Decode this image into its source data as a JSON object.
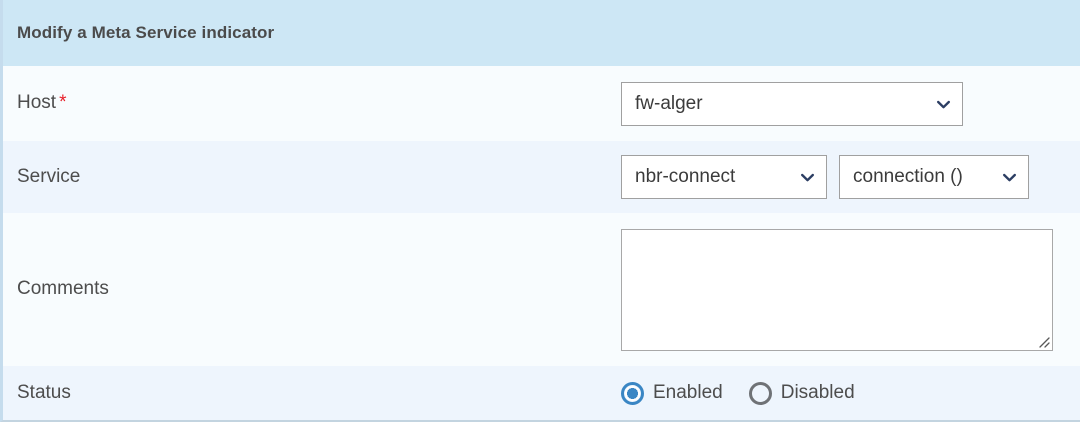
{
  "header": {
    "title": "Modify a Meta Service indicator"
  },
  "colors": {
    "header_bg": "#cde7f5",
    "row_odd_bg": "#f8fcfe",
    "row_even_bg": "#eef5fd",
    "required_star": "#e8202a",
    "radio_selected": "#3a86c4",
    "radio_unselected": "#6f7276",
    "chevron": "#2c3e63",
    "label_text": "#4d4d4d",
    "panel_border": "#c5dced"
  },
  "rows": {
    "host": {
      "label": "Host",
      "required_marker": "*",
      "select_value": "fw-alger",
      "chevron_icon": "chevron-down-icon"
    },
    "service": {
      "label": "Service",
      "service_value": "nbr-connect",
      "subservice_value": "connection ()",
      "chevron_icon": "chevron-down-icon"
    },
    "comments": {
      "label": "Comments",
      "value": "",
      "placeholder": "",
      "resize_icon": "resize-grip-icon"
    },
    "status": {
      "label": "Status",
      "options": [
        {
          "label": "Enabled",
          "selected": true
        },
        {
          "label": "Disabled",
          "selected": false
        }
      ]
    }
  }
}
